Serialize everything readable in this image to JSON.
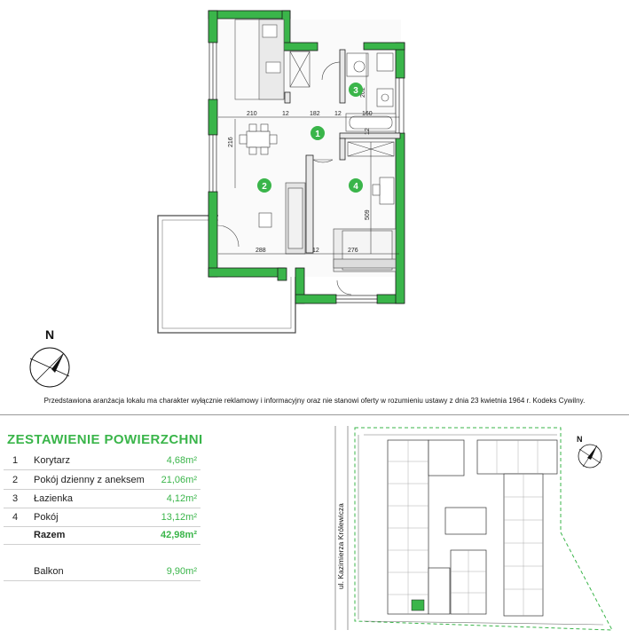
{
  "plan": {
    "rooms": [
      {
        "number": "1"
      },
      {
        "number": "2"
      },
      {
        "number": "3"
      },
      {
        "number": "4"
      }
    ],
    "dimensions": {
      "d210": "210",
      "d12a": "12",
      "d182": "182",
      "d12b": "12",
      "d160": "160",
      "d216": "216",
      "d202": "202",
      "d12c": "12",
      "d509": "509",
      "d288": "288",
      "d12d": "12",
      "d276": "276"
    },
    "colors": {
      "wall": "#3ab54a",
      "accent": "#3ab54a"
    }
  },
  "compass": {
    "north_label": "N"
  },
  "disclaimer": "Przedstawiona aranżacja lokalu ma charakter wyłącznie reklamowy i informacyjny oraz nie stanowi oferty w rozumieniu ustawy z dnia 23 kwietnia 1964 r. Kodeks Cywilny.",
  "summary": {
    "title": "ZESTAWIENIE POWIERZCHNI",
    "rows": [
      {
        "num": "1",
        "name": "Korytarz",
        "area": "4,68m²"
      },
      {
        "num": "2",
        "name": "Pokój dzienny z aneksem",
        "area": "21,06m²"
      },
      {
        "num": "3",
        "name": "Łazienka",
        "area": "4,12m²"
      },
      {
        "num": "4",
        "name": "Pokój",
        "area": "13,12m²"
      }
    ],
    "total": {
      "name": "Razem",
      "area": "42,98m²"
    },
    "balcony": {
      "name": "Balkon",
      "area": "9,90m²"
    }
  },
  "site": {
    "street_label": "ul. Kazimierza Królewicza",
    "north_label": "N"
  }
}
